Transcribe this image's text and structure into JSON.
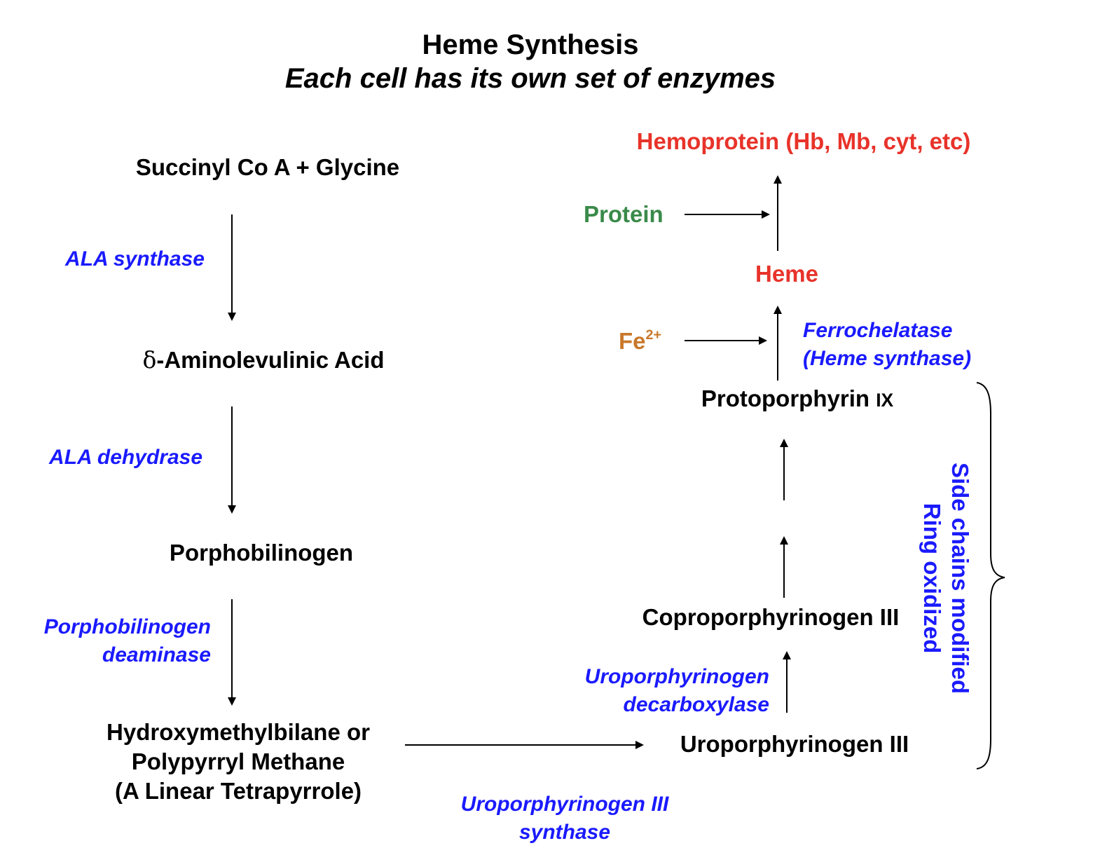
{
  "title": {
    "line1": "Heme Synthesis",
    "line2": "Each cell has its own set of enzymes"
  },
  "left_pathway": {
    "substrate": "Succinyl Co A + Glycine",
    "enzyme1": "ALA synthase",
    "intermediate1_symbol": "δ",
    "intermediate1": "-Aminolevulinic Acid",
    "enzyme2": "ALA dehydrase",
    "intermediate2": "Porphobilinogen",
    "enzyme3_line1": "Porphobilinogen",
    "enzyme3_line2": "deaminase",
    "intermediate3_line1": "Hydroxymethylbilane or",
    "intermediate3_line2": "Polypyrryl Methane",
    "intermediate3_line3": "(A Linear Tetrapyrrole)"
  },
  "bottom": {
    "enzyme_line1": "Uroporphyrinogen III",
    "enzyme_line2": "synthase"
  },
  "right_pathway": {
    "uroporphyrinogen": "Uroporphyrinogen III",
    "decarboxylase_line1": "Uroporphyrinogen",
    "decarboxylase_line2": "decarboxylase",
    "coproporphyrinogen": "Coproporphyrinogen III",
    "protoporphyrin": "Protoporphyrin ",
    "protoporphyrin_roman": "IX",
    "iron": "Fe",
    "iron_charge": "2+",
    "ferrochelatase_line1": "Ferrochelatase",
    "ferrochelatase_line2": "(Heme synthase)",
    "heme": "Heme",
    "protein": "Protein",
    "hemoprotein": "Hemoprotein (Hb, Mb, cyt, etc)"
  },
  "brace_label": {
    "line1": "Side chains modified",
    "line2": "Ring oxidized"
  },
  "colors": {
    "enzyme": "#1a1aff",
    "heme": "#e8332a",
    "protein": "#3a8a4a",
    "iron": "#c8782a",
    "text": "#000000"
  }
}
